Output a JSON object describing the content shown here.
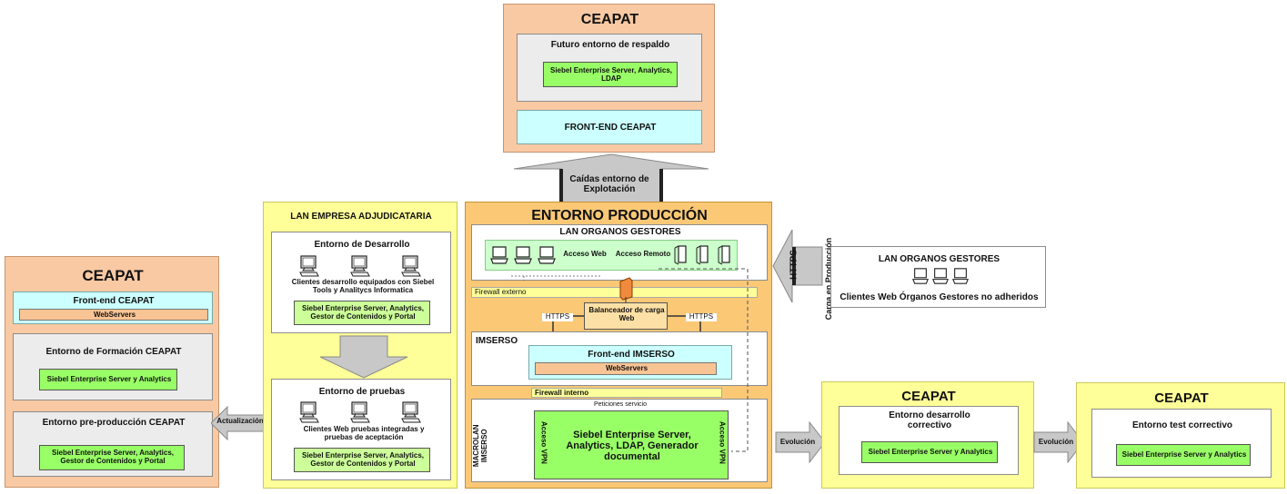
{
  "top_ceapat": {
    "title": "CEAPAT",
    "backup_title": "Futuro entorno de respaldo",
    "backup_server": "Siebel Enterprise Server, Analytics, LDAP",
    "frontend": "FRONT-END CEAPAT"
  },
  "up_arrow_label": "Caídas entorno de Explotación",
  "left_ceapat": {
    "title": "CEAPAT",
    "frontend_title": "Front-end CEAPAT",
    "webservers": "WebServers",
    "formacion_title": "Entorno de Formación CEAPAT",
    "formacion_server": "Siebel Enterprise Server y Analytics",
    "preprod_title": "Entorno pre-producción CEAPAT",
    "preprod_server": "Siebel Enterprise Server, Analytics, Gestor de Contenidos y Portal"
  },
  "actualizacion_label": "Actualización",
  "lan_empresa": {
    "title": "LAN EMPRESA ADJUDICATARIA",
    "desarrollo_title": "Entorno de Desarrollo",
    "desarrollo_clients": "Clientes desarrollo equipados con Siebel Tools y Analitycs Informatica",
    "desarrollo_server": "Siebel Enterprise Server, Analytics, Gestor de Contenidos y Portal",
    "pruebas_title": "Entorno de pruebas",
    "pruebas_clients": "Clientes Web pruebas integradas y pruebas de aceptación",
    "pruebas_server": "Siebel Enterprise Server, Analytics, Gestor de Contenidos y Portal"
  },
  "produccion": {
    "title": "ENTORNO PRODUCCIÓN",
    "lan_title": "LAN ORGANOS GESTORES",
    "acceso_web": "Acceso Web",
    "acceso_remoto": "Acceso Remoto",
    "firewall_externo": "Firewall externo",
    "balanceador": "Balanceador de carga Web",
    "https_left": "HTTPS",
    "https_right": "HTTPS",
    "imserso_label": "IMSERSO",
    "frontend_imserso": "Front-end IMSERSO",
    "webservers": "WebServers",
    "firewall_interno": "Firewall interno",
    "peticiones": "Peticiones servicio",
    "macrolan": "MACROLAN IMSERSO",
    "acceso_vpn_left": "Acceso VPN",
    "acceso_vpn_right": "Acceso VPN",
    "server": "Siebel Enterprise Server, Analytics, LDAP, Generador documental"
  },
  "https_arrow": {
    "label": "HTTPS",
    "carga": "Carga en Producción"
  },
  "right_lan": {
    "title": "LAN ORGANOS GESTORES",
    "clients": "Clientes Web Órganos Gestores no adheridos"
  },
  "evolucion_1": "Evolución",
  "ceapat_desarrollo": {
    "title": "CEAPAT",
    "entorno": "Entorno desarrollo correctivo",
    "server": "Siebel Enterprise Server y Analytics"
  },
  "evolucion_2": "Evolución",
  "ceapat_test": {
    "title": "CEAPAT",
    "entorno": "Entorno test correctivo",
    "server": "Siebel Enterprise Server y Analytics"
  }
}
